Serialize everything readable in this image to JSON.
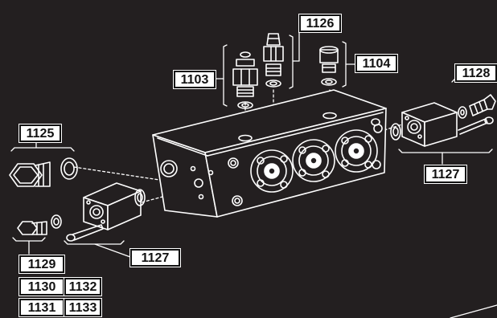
{
  "colors": {
    "background": "#231f20",
    "line_art": "#ffffff",
    "callout_fill": "#ffffff",
    "callout_text": "#111111"
  },
  "callouts": {
    "fitting_1103": "1103",
    "fitting_1126": "1126",
    "plug_1104": "1104",
    "connector_1128": "1128",
    "plug_1125": "1125",
    "block_1127_right": "1127",
    "block_1127_left": "1127",
    "part_1129": "1129",
    "part_1130": "1130",
    "part_1132": "1132",
    "part_1131": "1131",
    "part_1133": "1133"
  }
}
